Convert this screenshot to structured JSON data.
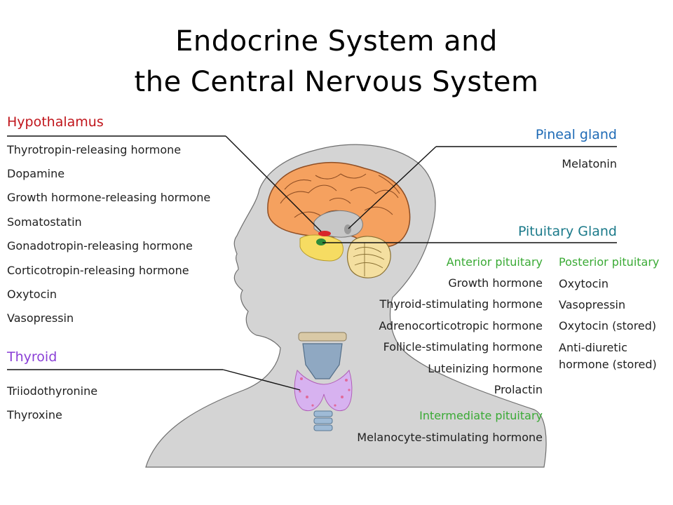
{
  "title": {
    "line1": "Endocrine System and",
    "line2": "the Central Nervous System"
  },
  "hypothalamus": {
    "heading": "Hypothalamus",
    "color": "#c0151b",
    "items": [
      "Thyrotropin-releasing hormone",
      "Dopamine",
      "Growth hormone-releasing hormone",
      "Somatostatin",
      "Gonadotropin-releasing hormone",
      "Corticotropin-releasing hormone",
      "Oxytocin",
      "Vasopressin"
    ]
  },
  "thyroid": {
    "heading": "Thyroid",
    "color": "#8a3fd6",
    "items": [
      "Triiodothyronine",
      "Thyroxine"
    ]
  },
  "pineal": {
    "heading": "Pineal gland",
    "color": "#1f6bb6",
    "items": [
      "Melatonin"
    ]
  },
  "pituitary": {
    "heading": "Pituitary Gland",
    "color": "#1b7a8a",
    "anterior": {
      "heading": "Anterior pituitary",
      "items": [
        "Growth hormone",
        "Thyroid-stimulating hormone",
        "Adrenocorticotropic hormone",
        "Follicle-stimulating hormone",
        "Luteinizing hormone",
        "Prolactin"
      ]
    },
    "posterior": {
      "heading": "Posterior pituitary",
      "items": [
        "Oxytocin",
        "Vasopressin",
        "Oxytocin (stored)",
        "Anti-diuretic",
        "hormone (stored)"
      ]
    },
    "intermediate": {
      "heading": "Intermediate pituitary",
      "items": [
        "Melanocyte-stimulating hormone"
      ]
    },
    "subheading_color": "#3aaa35"
  }
}
